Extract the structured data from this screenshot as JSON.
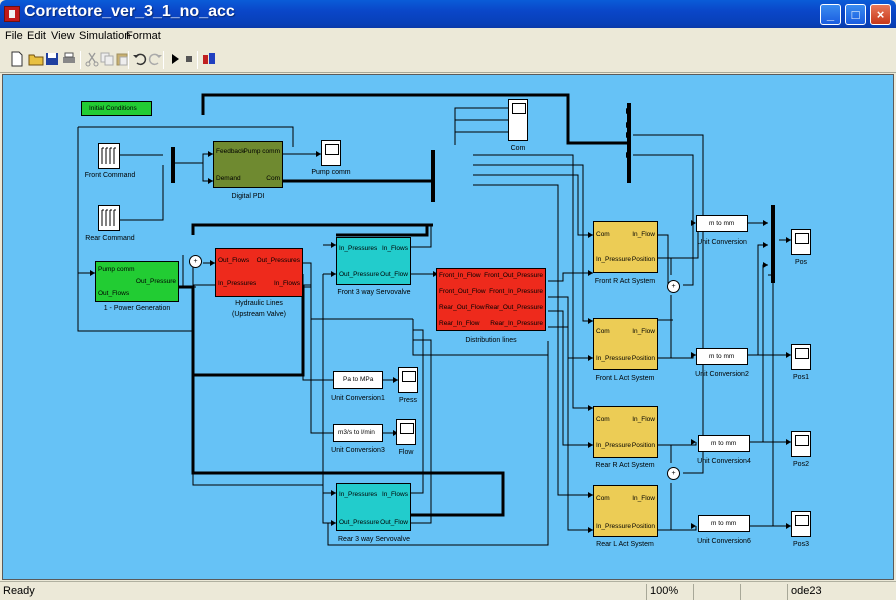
{
  "window": {
    "title": "Correttore_ver_3_1_no_acc",
    "buttons": {
      "minimize": "_",
      "maximize": "□",
      "close": "×"
    }
  },
  "menu": {
    "items": [
      {
        "label": "File"
      },
      {
        "label": "Edit"
      },
      {
        "label": "View"
      },
      {
        "label": "Simulation"
      },
      {
        "label": "Format"
      }
    ]
  },
  "toolbar": {
    "icons": [
      "new-icon",
      "open-icon",
      "save-icon",
      "print-icon",
      "cut-icon",
      "copy-icon",
      "paste-icon",
      "undo-icon",
      "redo-icon",
      "start-simulation-icon",
      "stop-simulation-icon",
      "library-browser-icon"
    ]
  },
  "colors": {
    "canvas": "#66c2f6",
    "green_block": "#22cc33",
    "olive_block": "#6f8a30",
    "red_block": "#ee2a1c",
    "cyan_block": "#22cccc",
    "yellow_block": "#eccc55"
  },
  "diagram": {
    "initial_conditions": "Initial Conditions",
    "front_command": "Front Command",
    "rear_command": "Rear Command",
    "power_generation": {
      "in1": "Pump comm",
      "in2": "Out_Flows",
      "out1": "Out_Pressure",
      "label": "1 - Power Generation"
    },
    "digital_pdi": {
      "in1": "Feedback",
      "in2": "Demand",
      "out1": "Pump comm",
      "out2": "Com",
      "label": "Digital PDI"
    },
    "pump_comm_scope": "Pump comm",
    "com_scope": "Com",
    "hydraulic_lines": {
      "in1": "Out_Flows",
      "in2": "In_Pressures",
      "out1": "Out_Pressures",
      "out2": "In_Flows",
      "label1": "Hydraulic Lines",
      "label2": "(Upstream Valve)"
    },
    "front_servovalve": {
      "in1": "In_Pressures",
      "in2": "Out_Pressure",
      "out1": "In_Flows",
      "out2": "Out_Flow",
      "label": "Front 3 way Servovalve"
    },
    "distribution_lines": {
      "left_ports": [
        "Front_In_Flow",
        "Front_Out_Flow",
        "Rear_Out_Flow",
        "Rear_In_Flow"
      ],
      "right_ports": [
        "Front_Out_Pressure",
        "Front_In_Pressure",
        "Rear_Out_Pressure",
        "Rear_In_Pressure"
      ],
      "label": "Distribution lines"
    },
    "pa_to_mpa": {
      "text": "Pa to MPa",
      "label": "Unit Conversion1"
    },
    "press_scope": "Press",
    "m3s_to_lmin": {
      "text": "m3/s to l/min",
      "label": "Unit Conversion3"
    },
    "flow_scope": "Flow",
    "rear_servovalve": {
      "in1": "In_Pressures",
      "in2": "Out_Pressure",
      "out1": "In_Flows",
      "out2": "Out_Flow",
      "label": "Rear 3 way Servovalve"
    },
    "act_systems": [
      {
        "in1": "Com",
        "in2": "In_Pressure",
        "out1": "In_Flow",
        "out2": "Position",
        "label": "Front R Act System"
      },
      {
        "in1": "Com",
        "in2": "In_Pressure",
        "out1": "In_Flow",
        "out2": "Position",
        "label": "Front L Act System"
      },
      {
        "in1": "Com",
        "in2": "In_Pressure",
        "out1": "In_Flow",
        "out2": "Position",
        "label": "Rear R Act System"
      },
      {
        "in1": "Com",
        "in2": "In_Pressure",
        "out1": "In_Flow",
        "out2": "Position",
        "label": "Rear L Act System"
      }
    ],
    "unit_conversions": [
      {
        "text": "m to mm",
        "label": "Unit Conversion"
      },
      {
        "text": "m to mm",
        "label": "Unit Conversion2"
      },
      {
        "text": "m to mm",
        "label": "Unit Conversion4"
      },
      {
        "text": "m to mm",
        "label": "Unit Conversion6"
      }
    ],
    "pos_scopes": [
      "Pos",
      "Pos1",
      "Pos2",
      "Pos3"
    ],
    "sum_signs": {
      "plus": "+"
    }
  },
  "status": {
    "text": "Ready",
    "zoom": "100%",
    "solver": "ode23"
  }
}
